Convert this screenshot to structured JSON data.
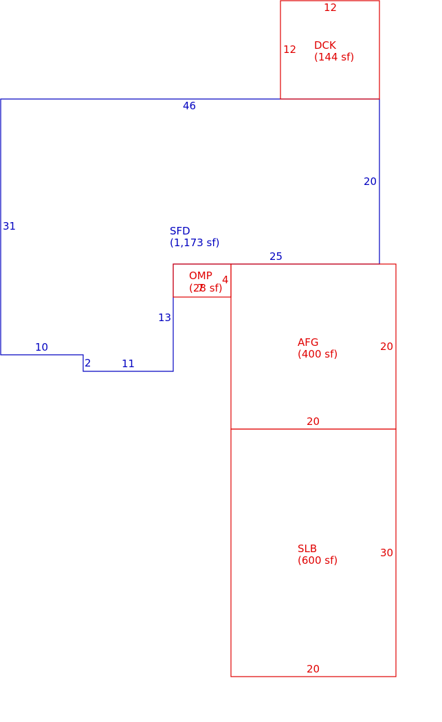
{
  "colors": {
    "main_structure": "#0000c0",
    "additions": "#e00000",
    "background": "#ffffff"
  },
  "areas": {
    "sfd": {
      "code": "SFD",
      "area": "(1,173 sf)"
    },
    "dck": {
      "code": "DCK",
      "area": "(144 sf)"
    },
    "omp": {
      "code": "OMP",
      "area": "(28 sf)"
    },
    "afg": {
      "code": "AFG",
      "area": "(400 sf)"
    },
    "slb": {
      "code": "SLB",
      "area": "(600 sf)"
    }
  },
  "dimensions": {
    "sfd_top": "46",
    "sfd_right": "20",
    "sfd_left": "31",
    "sfd_step": "25",
    "sfd_inner": "13",
    "sfd_bottom_left": "10",
    "sfd_jog": "2",
    "sfd_bottom_mid": "11",
    "dck_top": "12",
    "dck_left": "12",
    "omp_side": "4",
    "omp_width": "7",
    "afg_right": "20",
    "afg_bottom": "20",
    "slb_right": "30",
    "slb_bottom": "20"
  }
}
